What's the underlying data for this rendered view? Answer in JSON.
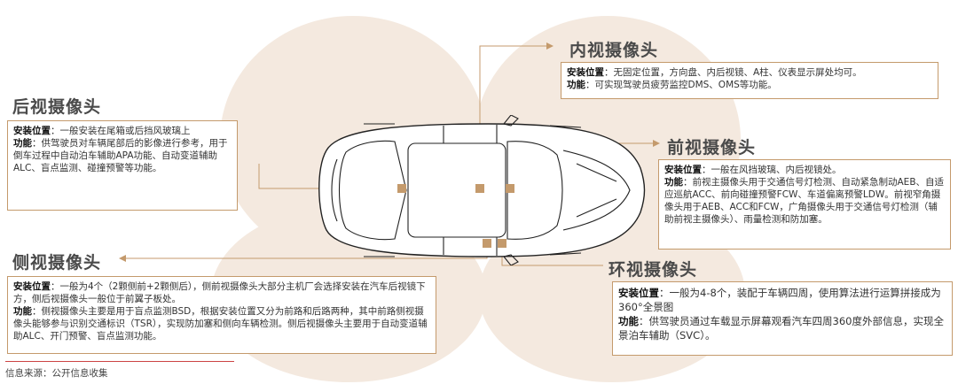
{
  "sections": {
    "rear": {
      "title": "后视摄像头",
      "install_label": "安装位置",
      "install": "：一般安装在尾箱或后挡风玻璃上",
      "func_label": "功能",
      "func": "：供驾驶员对车辆尾部后的影像进行参考，用于倒车过程中自动泊车辅助APA功能、自动变道辅助ALC、盲点监测、碰撞预警等功能。"
    },
    "inner": {
      "title": "内视摄像头",
      "install_label": "安装位置",
      "install": "：无固定位置，方向盘、内后视镜、A柱、仪表显示屏处均可。",
      "func_label": "功能",
      "func": "：可实现驾驶员疲劳监控DMS、OMS等功能。"
    },
    "front": {
      "title": "前视摄像头",
      "install_label": "安装位置",
      "install": "：一般在风挡玻璃、内后视镜处。",
      "func_label": "功能",
      "func": "：前视主摄像头用于交通信号灯检测、自动紧急制动AEB、自适应巡航ACC、前向碰撞预警FCW、车道偏离预警LDW。前视窄角摄像头用于AEB、ACC和FCW，广角摄像头用于交通信号灯检测（辅助前视主摄像头）、雨量检测和防加塞。"
    },
    "side": {
      "title": "侧视摄像头",
      "install_label": "安装位置",
      "install": "：一般为4个（2颗侧前+2颗侧后），侧前视摄像头大部分主机厂会选择安装在汽车后视镜下方，侧后视摄像头一般位于前翼子板处。",
      "func_label": "功能",
      "func": "：侧视摄像头主要是用于盲点监测BSD，根据安装位置又分为前路和后路两种，其中前路侧视摄像头能够参与识别交通标识（TSR），实现防加塞和侧向车辆检测。侧后视摄像头主要用于自动变道辅助ALC、开门预警、盲点监测功能。"
    },
    "surround": {
      "title": "环视摄像头",
      "install_label": "安装位置",
      "install": "：一般为4-8个，装配于车辆四周，使用算法进行运算拼接成为360°全景图",
      "func_label": "功能",
      "func": "：供驾驶员通过车载显示屏幕观看汽车四周360度外部信息，实现全景泊车辅助（SVC）。"
    }
  },
  "source": "信息来源：公开信息收集",
  "colors": {
    "accent": "#c49a6c",
    "circle": "#f4e9df",
    "title": "#4a4a4a"
  }
}
